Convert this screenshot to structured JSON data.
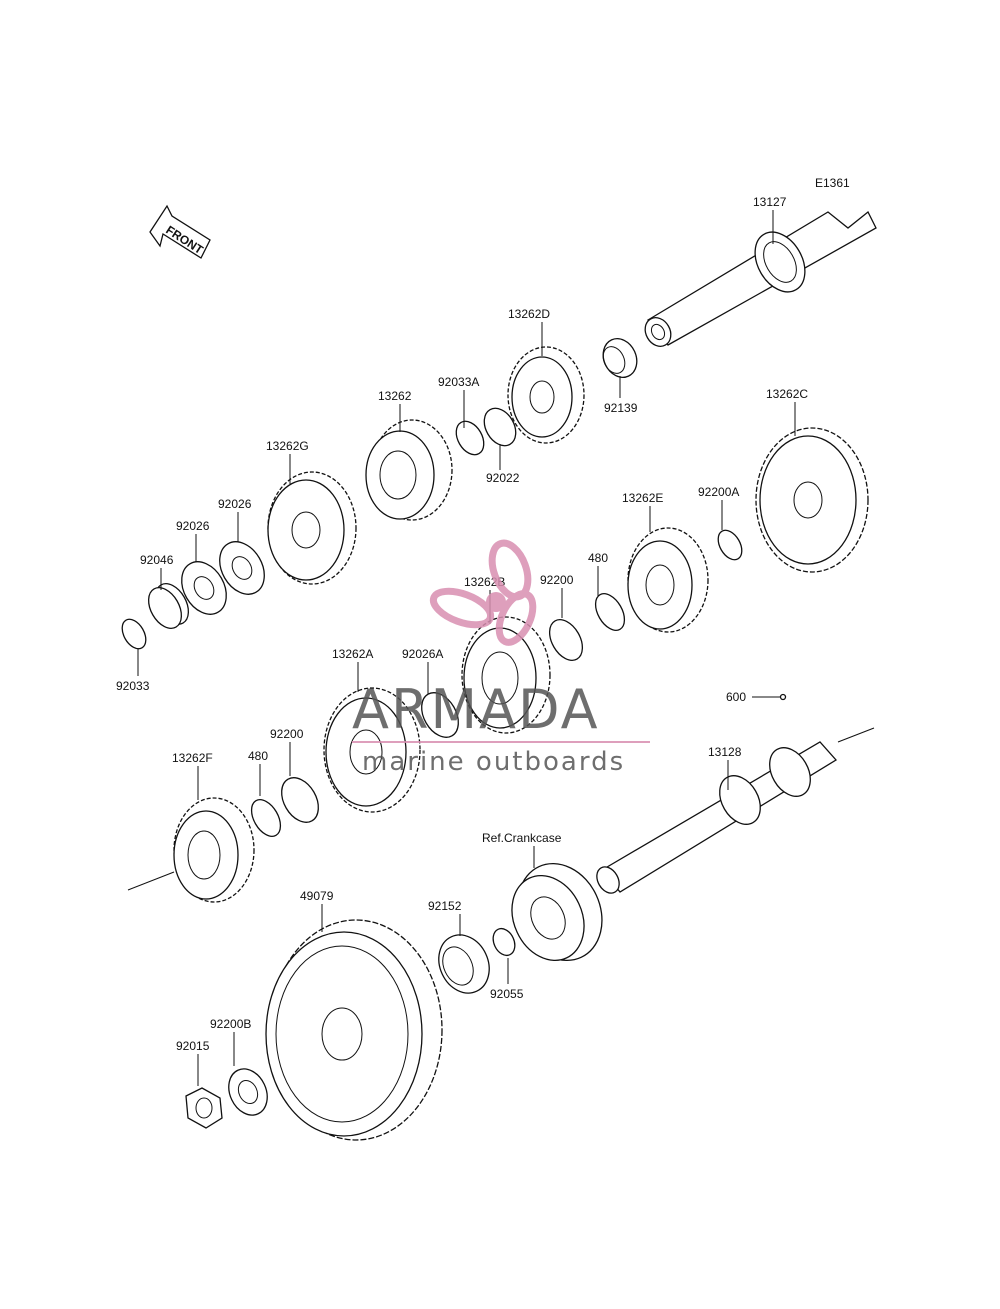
{
  "diagram_code": "E1361",
  "front_label": "FRONT",
  "ref_label": "Ref.Crankcase",
  "watermark": {
    "brand": "ARMADA",
    "tagline": "marine outboards",
    "accent_color": "#d98fb1"
  },
  "labels": [
    "13127",
    "13262D",
    "92033A",
    "13262",
    "92139",
    "92022",
    "13262G",
    "13262C",
    "92026",
    "92026",
    "92046",
    "13262E",
    "92200A",
    "480",
    "92200",
    "13262B",
    "92033",
    "13262A",
    "92026A",
    "600",
    "13128",
    "92200",
    "480",
    "13262F",
    "Ref.Crankcase",
    "49079",
    "92152",
    "92055",
    "92200B",
    "92015"
  ]
}
